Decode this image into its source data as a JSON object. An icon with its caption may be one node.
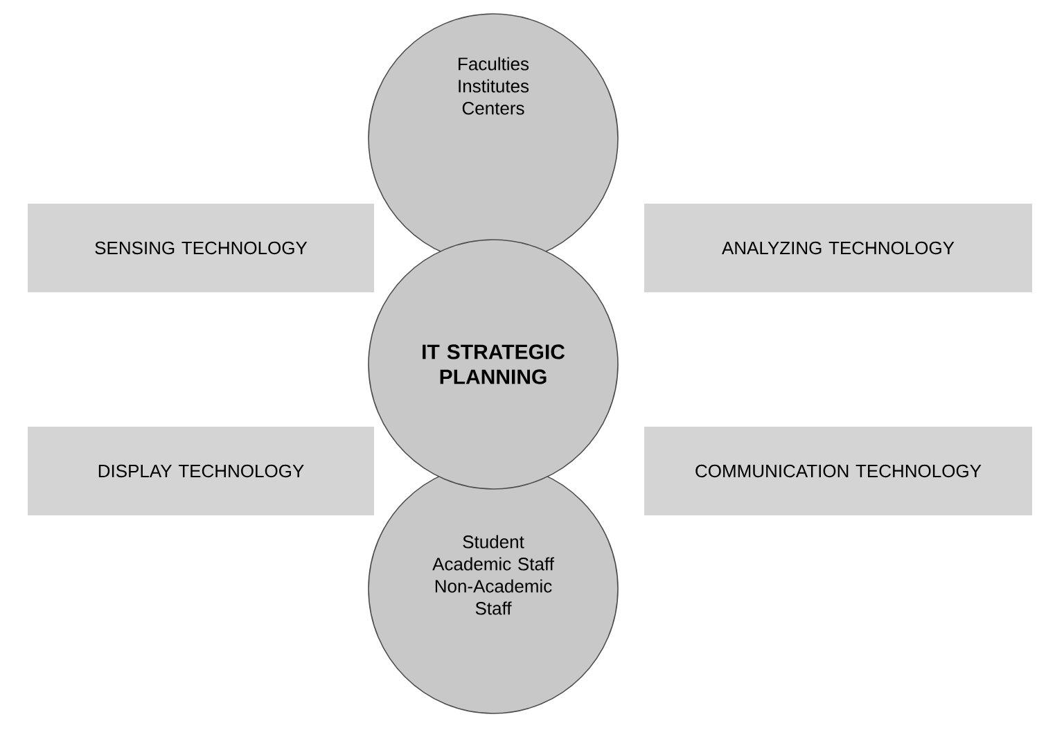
{
  "diagram": {
    "nodes": [
      {
        "text": [
          "Faculties",
          "Institutes",
          "Centers"
        ]
      },
      {
        "text": [
          "SENSING TECHNOLOGY"
        ]
      },
      {
        "text": [
          "ANALYZING TECHNOLOGY"
        ]
      },
      {
        "text": [
          "IT STRATEGIC PLANNING"
        ]
      },
      {
        "text": [
          "DISPLAY TECHNOLOGY"
        ]
      },
      {
        "text": [
          "COMMUNICATION TECHNOLOGY"
        ]
      },
      {
        "text": [
          "Student",
          "Academic Staff",
          "Non-Academic Staff"
        ]
      }
    ]
  }
}
